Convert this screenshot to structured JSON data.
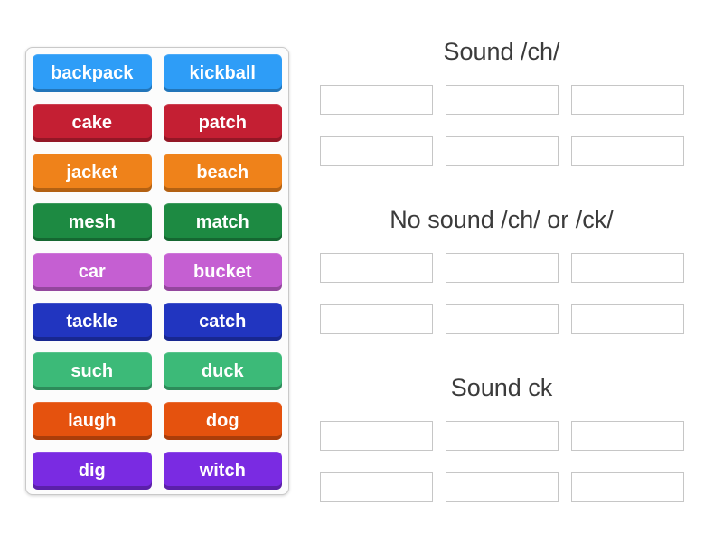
{
  "words": [
    {
      "label": "backpack",
      "color": "#2e9df7"
    },
    {
      "label": "kickball",
      "color": "#2e9df7"
    },
    {
      "label": "cake",
      "color": "#c41f33"
    },
    {
      "label": "patch",
      "color": "#c41f33"
    },
    {
      "label": "jacket",
      "color": "#ef821a"
    },
    {
      "label": "beach",
      "color": "#ef821a"
    },
    {
      "label": "mesh",
      "color": "#1d8a42"
    },
    {
      "label": "match",
      "color": "#1d8a42"
    },
    {
      "label": "car",
      "color": "#c returns"
    },
    {
      "label": "bucket",
      "color": "#c55fd2"
    },
    {
      "label": "tackle",
      "color": "#2135c0"
    },
    {
      "label": "catch",
      "color": "#2135c0"
    },
    {
      "label": "such",
      "color": "#3cba78"
    },
    {
      "label": "duck",
      "color": "#3cba78"
    },
    {
      "label": "laugh",
      "color": "#e5520e"
    },
    {
      "label": "dog",
      "color": "#e5520e"
    },
    {
      "label": "dig",
      "color": "#7a2be2"
    },
    {
      "label": "witch",
      "color": "#7a2be2"
    }
  ],
  "groups": [
    {
      "title": "Sound /ch/",
      "slots": 6
    },
    {
      "title": "No sound /ch/ or /ck/",
      "slots": 6
    },
    {
      "title": "Sound ck",
      "slots": 6
    }
  ]
}
